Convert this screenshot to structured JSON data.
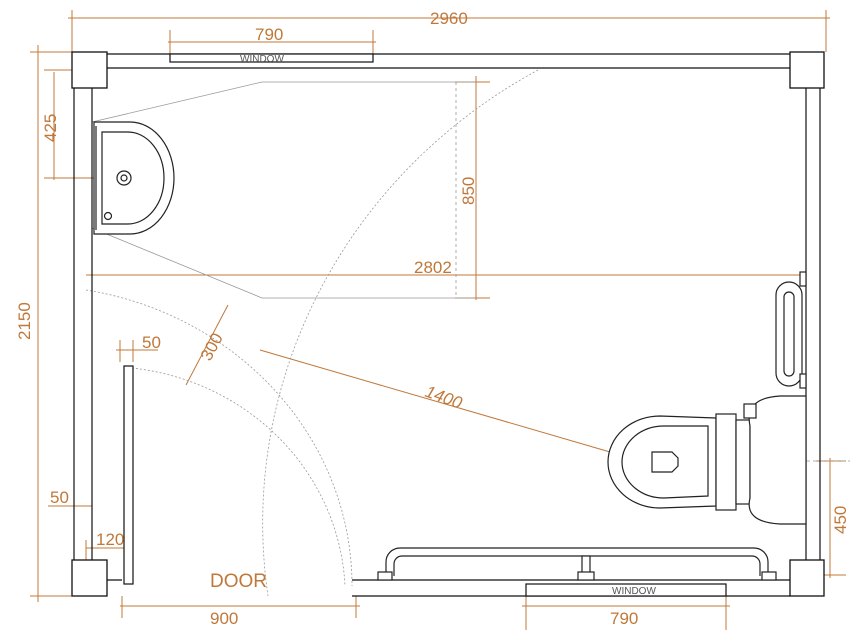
{
  "colors": {
    "dimension": "#c0783a",
    "wall": "#111111",
    "fixture": "#222222",
    "guide": "#999999"
  },
  "dimensions": {
    "overall_width": "2960",
    "window_top_width": "790",
    "overall_height": "2150",
    "basin_offset": "425",
    "clear_zone_depth": "850",
    "interior_width": "2802",
    "door_swing_gap": "300",
    "turning_radius": "1400",
    "door_jamb": "50",
    "wall_left": "50",
    "door_return": "120",
    "door_width": "900",
    "window_bottom_width": "790",
    "toilet_offset": "450"
  },
  "labels": {
    "window_top": "WINDOW",
    "window_bottom": "WINDOW",
    "door": "DOOR"
  }
}
